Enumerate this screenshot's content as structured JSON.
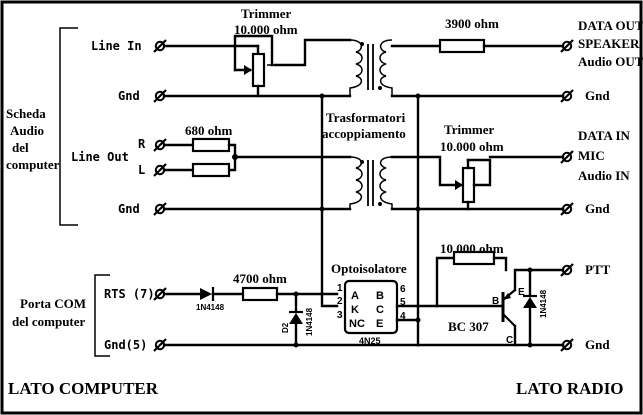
{
  "left_group": {
    "title_line1": "Scheda",
    "title_line2": "Audio",
    "title_line3": "del",
    "title_line4": "computer",
    "com_line1": "Porta COM",
    "com_line2": "del computer"
  },
  "left_terminals": {
    "line_in": "Line In",
    "gnd1": "Gnd",
    "line_out": "Line Out",
    "r": "R",
    "l": "L",
    "gnd2": "Gnd",
    "rts": "RTS (7)",
    "gnd5": "Gnd(5)"
  },
  "components": {
    "trimmer1_title": "Trimmer",
    "trimmer1_value": "10.000 ohm",
    "res_3900": "3900 ohm",
    "res_680": "680 ohm",
    "transformer_line1": "Trasformatori",
    "transformer_line2": "accoppiamento",
    "trimmer2_title": "Trimmer",
    "trimmer2_value": "10.000 ohm",
    "res_4700": "4700 ohm",
    "diode1": "1N4148",
    "diode2_ref": "D2",
    "diode2": "1N4148",
    "opto_title": "Optoisolatore",
    "opto_part": "4N25",
    "pin1": "1",
    "pin2": "2",
    "pin3": "3",
    "pin4": "4",
    "pin5": "5",
    "pin6": "6",
    "pin_a": "A",
    "pin_k": "K",
    "pin_nc": "NC",
    "pin_b": "B",
    "pin_c": "C",
    "pin_e": "E",
    "res_10000": "10.000 ohm",
    "transistor": "BC 307",
    "transistor_b": "B",
    "transistor_c": "C",
    "transistor_e": "E",
    "diode3": "1N4148"
  },
  "right_terminals": {
    "data_out": "DATA OUT",
    "speaker": "SPEAKER",
    "audio_out": "Audio OUT",
    "gnd1": "Gnd",
    "data_in": "DATA IN",
    "mic": "MIC",
    "audio_in": "Audio IN",
    "gnd2": "Gnd",
    "ptt": "PTT",
    "gnd3": "Gnd"
  },
  "footer": {
    "left": "LATO COMPUTER",
    "right": "LATO RADIO"
  }
}
